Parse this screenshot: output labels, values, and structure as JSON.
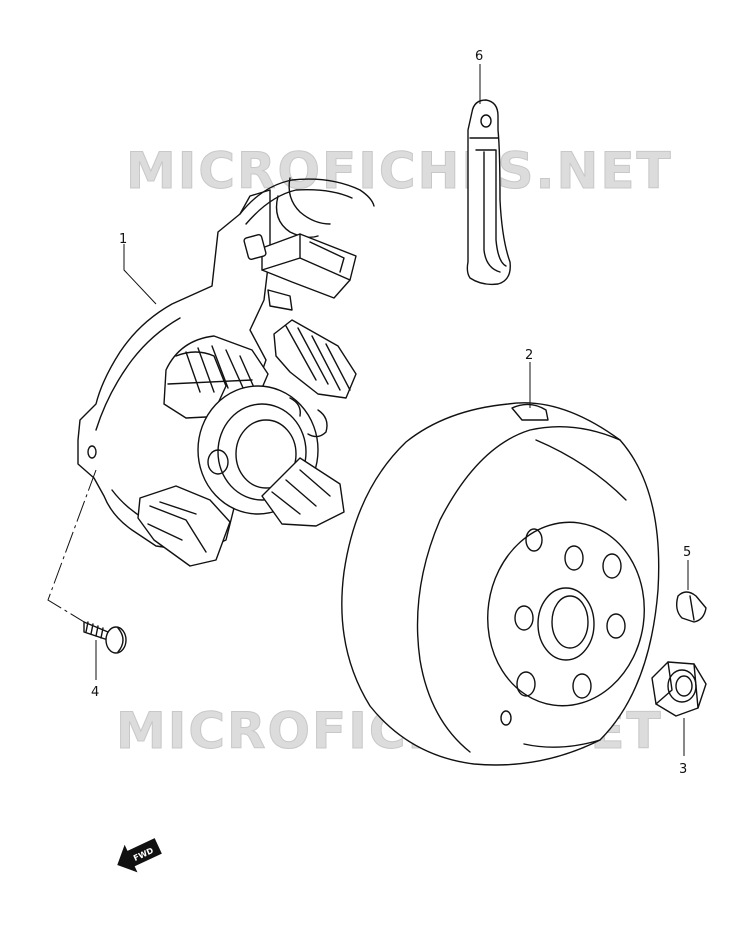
{
  "watermark": "MICROFICHES.NET",
  "direction_badge": "FWD",
  "parts": [
    {
      "number": "1"
    },
    {
      "number": "2"
    },
    {
      "number": "3"
    },
    {
      "number": "4"
    },
    {
      "number": "5"
    },
    {
      "number": "6"
    }
  ]
}
